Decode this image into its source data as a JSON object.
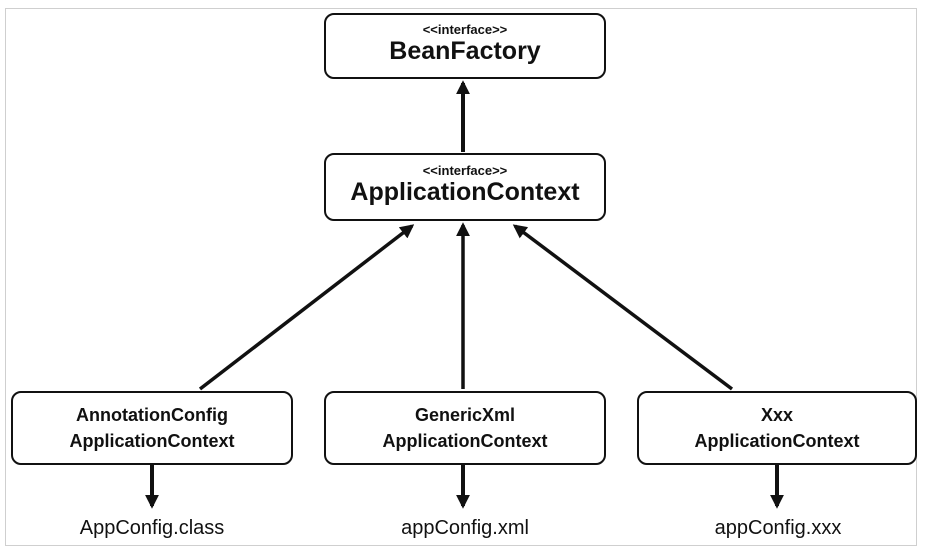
{
  "stereotype": "<<interface>>",
  "bean_factory": {
    "name": "BeanFactory"
  },
  "application_context": {
    "name": "ApplicationContext"
  },
  "implementations": [
    {
      "line1": "AnnotationConfig",
      "line2": "ApplicationContext",
      "config": "AppConfig.class"
    },
    {
      "line1": "GenericXml",
      "line2": "ApplicationContext",
      "config": "appConfig.xml"
    },
    {
      "line1": "Xxx",
      "line2": "ApplicationContext",
      "config": "appConfig.xxx"
    }
  ],
  "colors": {
    "stroke": "#111111",
    "frame": "#cfcfcf",
    "background": "#ffffff"
  }
}
